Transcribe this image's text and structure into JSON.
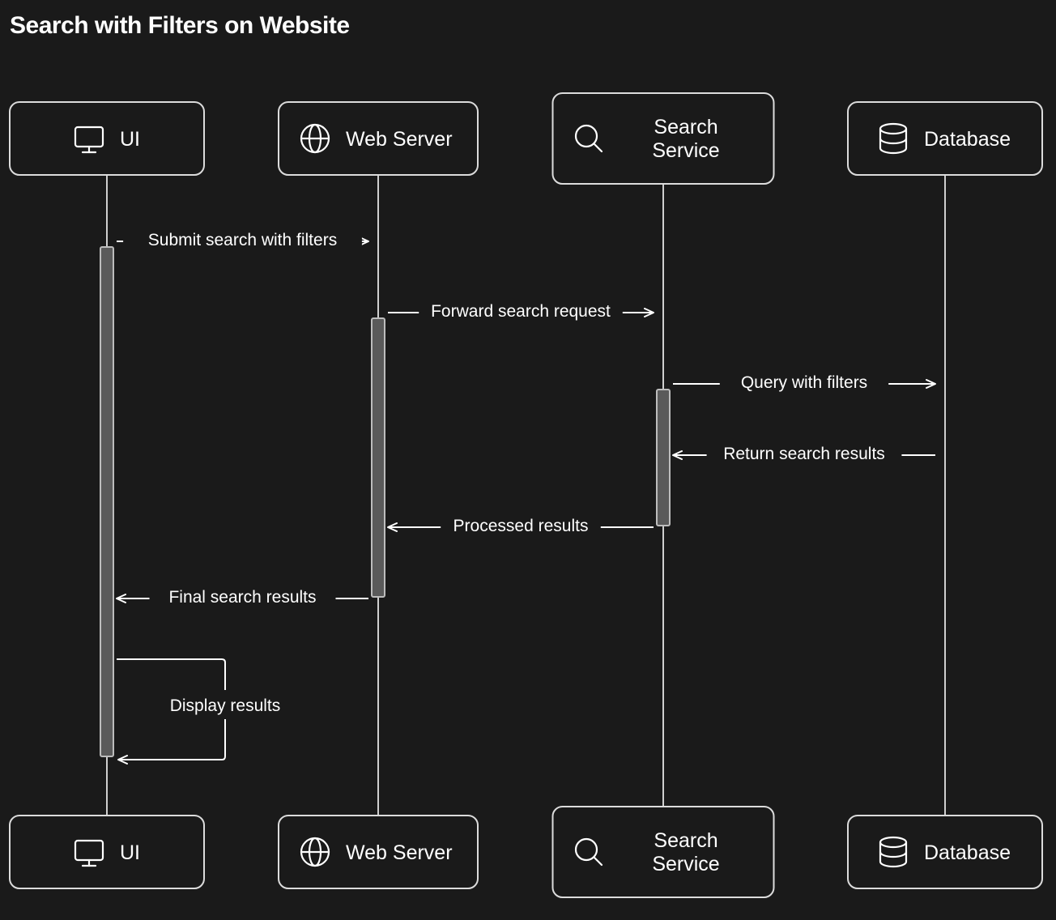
{
  "title": "Search with Filters on Website",
  "participants": [
    {
      "id": "ui",
      "label": [
        "UI"
      ],
      "icon": "monitor-icon"
    },
    {
      "id": "web",
      "label": [
        "Web Server"
      ],
      "icon": "globe-icon"
    },
    {
      "id": "search",
      "label": [
        "Search",
        "Service"
      ],
      "icon": "search-icon"
    },
    {
      "id": "db",
      "label": [
        "Database"
      ],
      "icon": "database-icon"
    }
  ],
  "messages": [
    {
      "from": "ui",
      "to": "web",
      "label": "Submit search with filters"
    },
    {
      "from": "web",
      "to": "search",
      "label": "Forward search request"
    },
    {
      "from": "search",
      "to": "db",
      "label": "Query with filters"
    },
    {
      "from": "db",
      "to": "search",
      "label": "Return search results"
    },
    {
      "from": "search",
      "to": "web",
      "label": "Processed results"
    },
    {
      "from": "web",
      "to": "ui",
      "label": "Final search results"
    },
    {
      "from": "ui",
      "to": "ui",
      "label": "Display results"
    }
  ],
  "colors": {
    "background": "#1a1a1a",
    "stroke": "#dcdcdc",
    "activation": "#5a5a5a",
    "text": "#ffffff"
  }
}
